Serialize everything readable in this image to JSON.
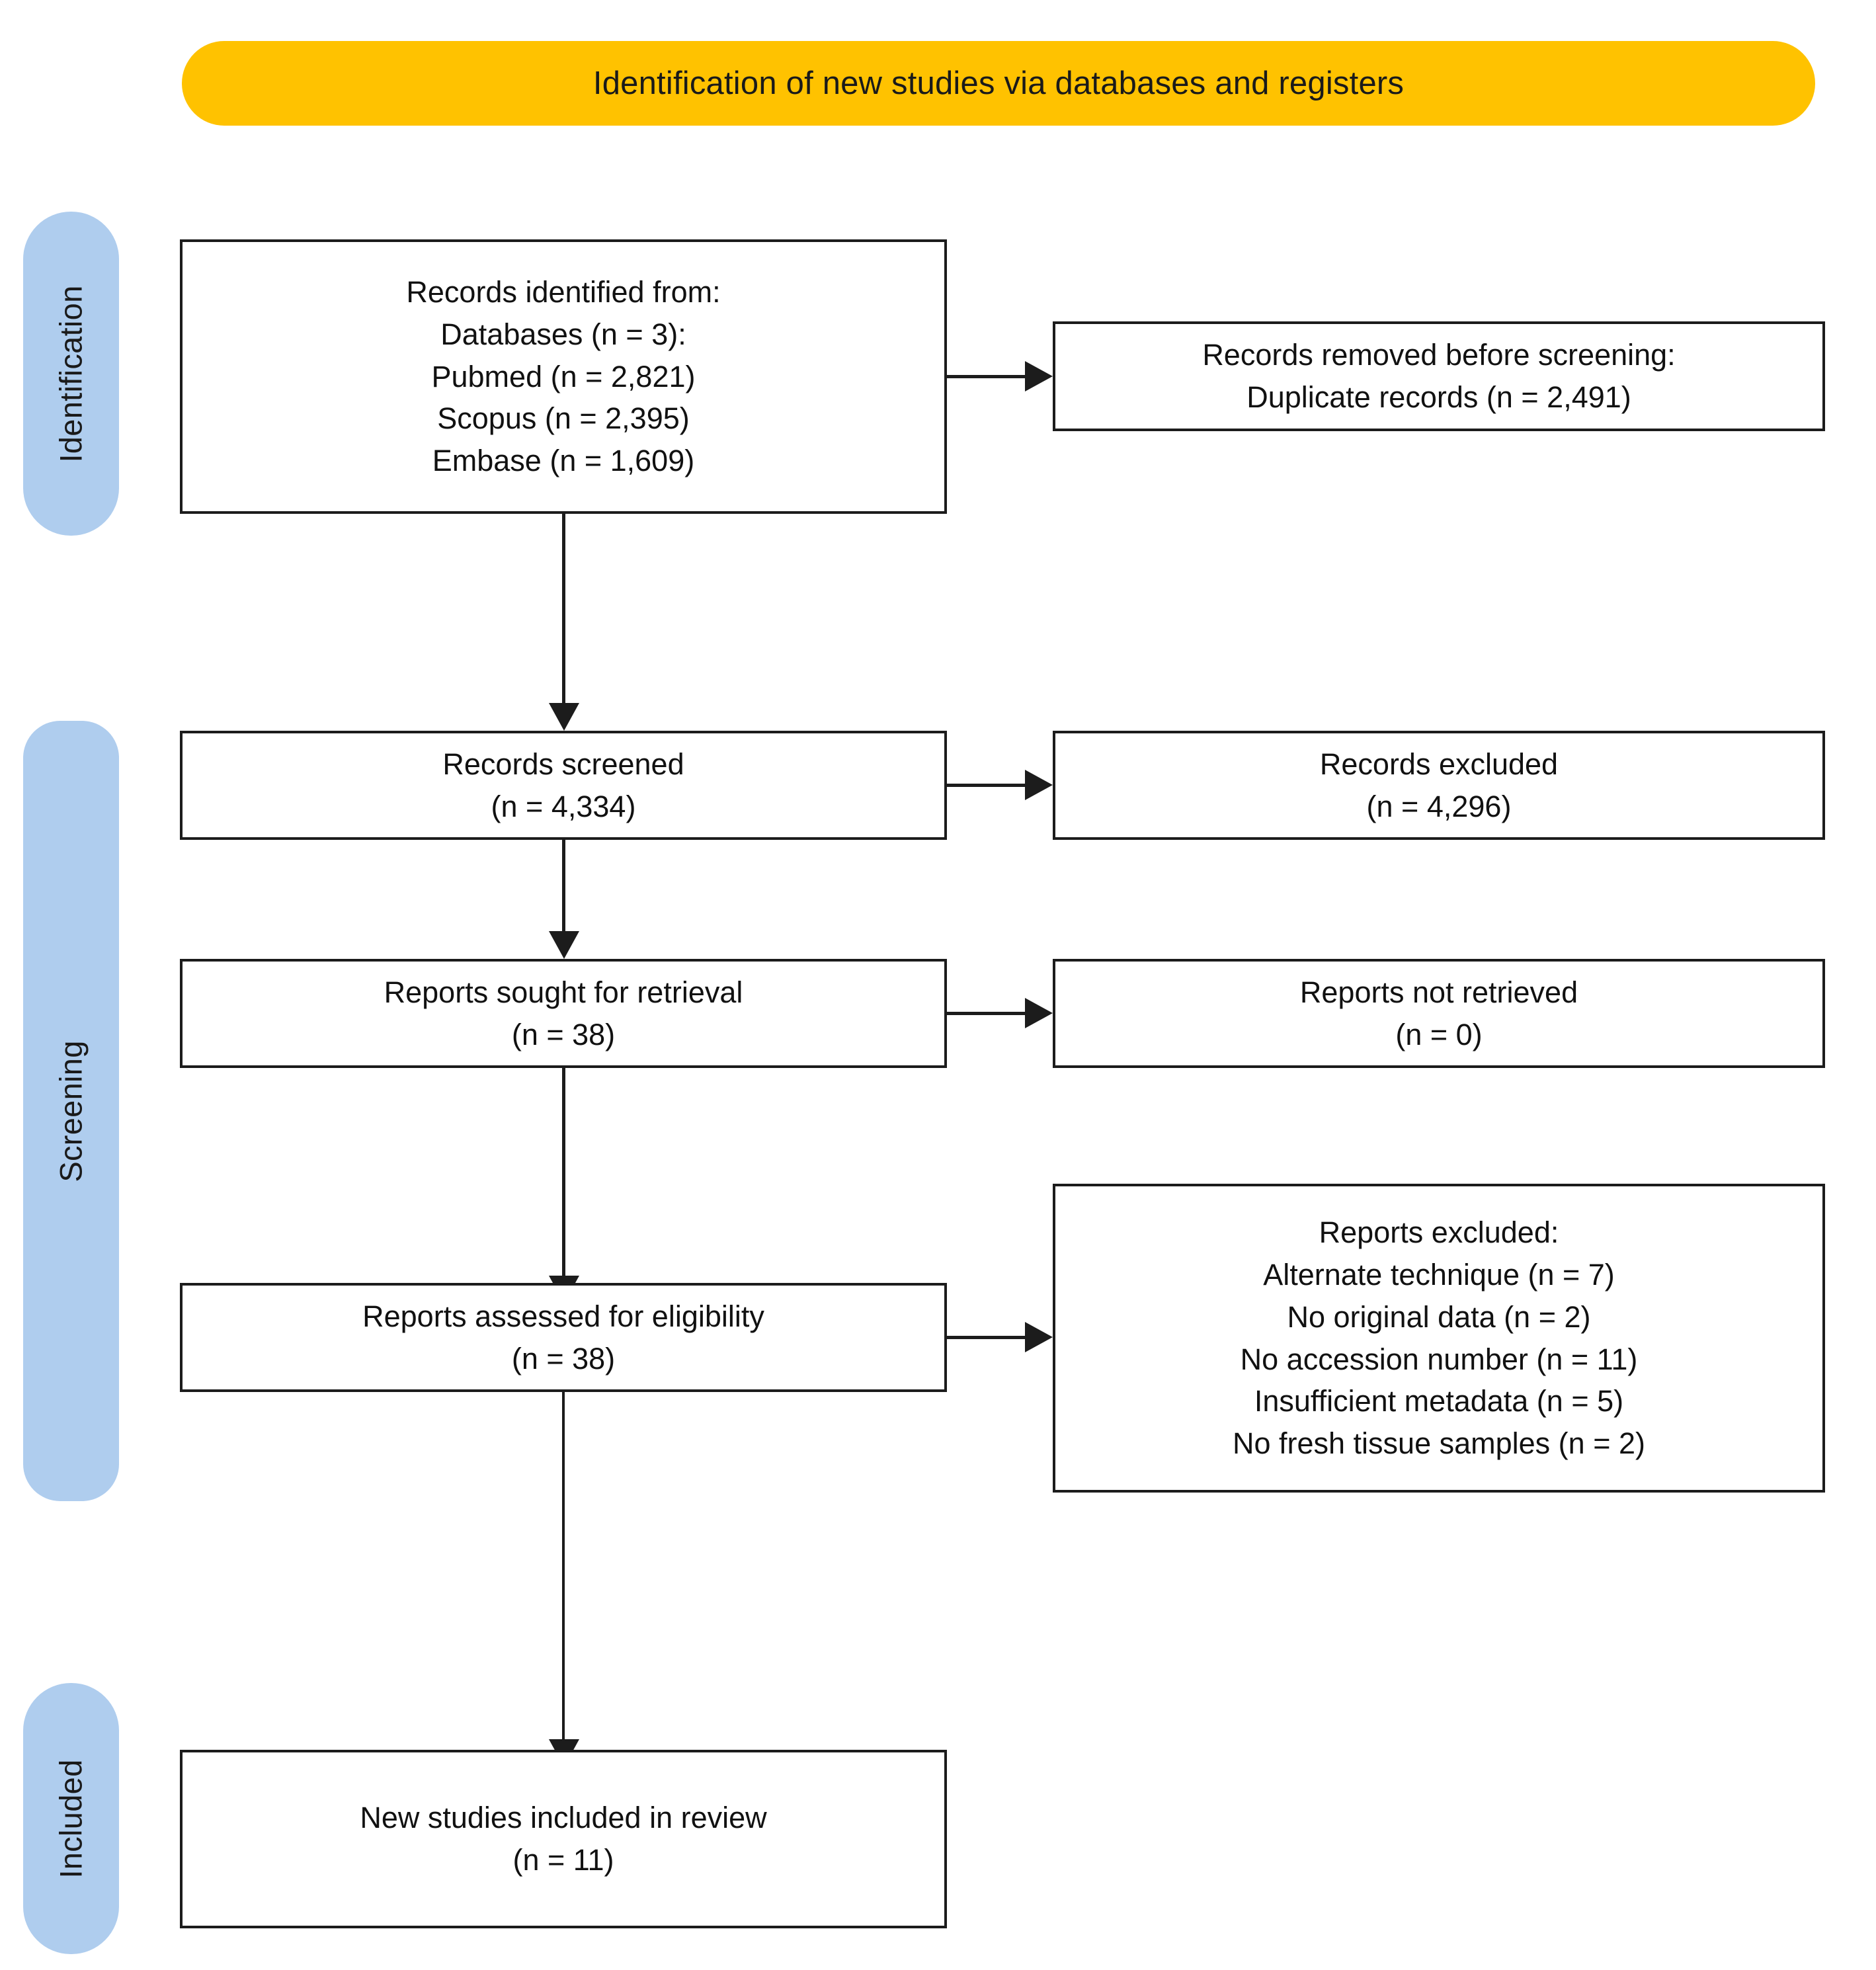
{
  "banner": {
    "title": "Identification of new studies via databases and registers",
    "color": "#ffc200"
  },
  "stages": [
    {
      "label": "Identification",
      "color": "#afcdee"
    },
    {
      "label": "Screening",
      "color": "#afcdee"
    },
    {
      "label": "Included",
      "color": "#afcdee"
    }
  ],
  "chart_data": {
    "type": "diagram",
    "title": "Identification of new studies via databases and registers",
    "nodes": [
      {
        "id": "identified",
        "lines": [
          "Records identified from:",
          "Databases (n = 3):",
          "Pubmed (n = 2,821)",
          "Scopus (n = 2,395)",
          "Embase (n = 1,609)"
        ]
      },
      {
        "id": "removed",
        "lines": [
          "Records removed before screening:",
          "Duplicate records (n = 2,491)"
        ]
      },
      {
        "id": "screened",
        "lines": [
          "Records screened",
          "(n = 4,334)"
        ]
      },
      {
        "id": "excluded",
        "lines": [
          "Records excluded",
          "(n = 4,296)"
        ]
      },
      {
        "id": "sought",
        "lines": [
          "Reports sought for retrieval",
          "(n = 38)"
        ]
      },
      {
        "id": "not_retrieved",
        "lines": [
          "Reports not retrieved",
          "(n = 0)"
        ]
      },
      {
        "id": "assessed",
        "lines": [
          "Reports assessed for eligibility",
          "(n = 38)"
        ]
      },
      {
        "id": "reports_excluded",
        "lines": [
          "Reports excluded:",
          "Alternate technique (n = 7)",
          "No original data (n = 2)",
          "No accession number (n = 11)",
          "Insufficient metadata (n = 5)",
          "No fresh tissue samples (n = 2)"
        ]
      },
      {
        "id": "included",
        "lines": [
          "New studies included in review",
          "(n = 11)"
        ]
      }
    ],
    "edges": [
      {
        "from": "identified",
        "to": "removed",
        "direction": "right"
      },
      {
        "from": "identified",
        "to": "screened",
        "direction": "down"
      },
      {
        "from": "screened",
        "to": "excluded",
        "direction": "right"
      },
      {
        "from": "screened",
        "to": "sought",
        "direction": "down"
      },
      {
        "from": "sought",
        "to": "not_retrieved",
        "direction": "right"
      },
      {
        "from": "sought",
        "to": "assessed",
        "direction": "down"
      },
      {
        "from": "assessed",
        "to": "reports_excluded",
        "direction": "right"
      },
      {
        "from": "assessed",
        "to": "included",
        "direction": "down"
      }
    ]
  },
  "boxes": {
    "identified": {
      "l1": "Records identified from:",
      "l2": "Databases (n = 3):",
      "l3": "Pubmed (n = 2,821)",
      "l4": "Scopus (n = 2,395)",
      "l5": "Embase (n = 1,609)"
    },
    "removed": {
      "l1": "Records removed before screening:",
      "l2": "Duplicate records (n = 2,491)"
    },
    "screened": {
      "l1": "Records screened",
      "l2": "(n = 4,334)"
    },
    "excluded": {
      "l1": "Records excluded",
      "l2": "(n = 4,296)"
    },
    "sought": {
      "l1": "Reports sought for retrieval",
      "l2": "(n = 38)"
    },
    "not_retrieved": {
      "l1": "Reports not retrieved",
      "l2": "(n = 0)"
    },
    "assessed": {
      "l1": "Reports assessed for eligibility",
      "l2": "(n = 38)"
    },
    "reports_excluded": {
      "l1": "Reports excluded:",
      "l2": "Alternate technique (n = 7)",
      "l3": "No original data (n = 2)",
      "l4": "No accession number (n = 11)",
      "l5": "Insufficient metadata (n = 5)",
      "l6": "No fresh tissue samples (n = 2)"
    },
    "included": {
      "l1": "New studies included in review",
      "l2": "(n = 11)"
    }
  }
}
